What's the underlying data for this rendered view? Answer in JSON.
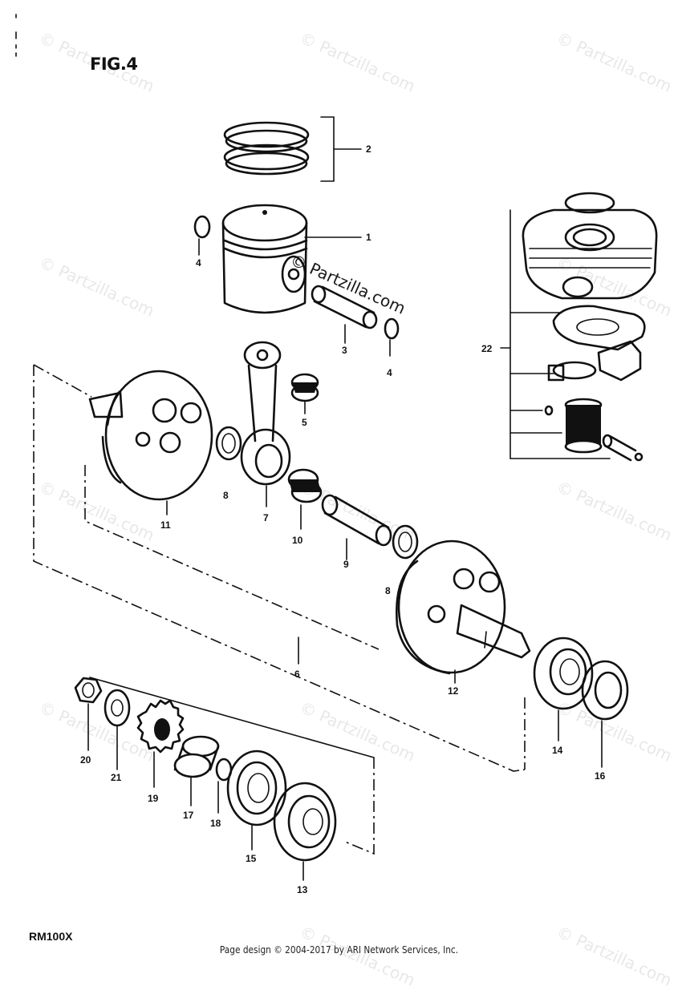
{
  "figure_title": "FIG.4",
  "model_code": "RM100X",
  "copyright": "Page design © 2004-2017 by ARI Network Services, Inc.",
  "watermark_text": "© Partzilla.com",
  "center_logo": "© Partzilla.com",
  "parts": {
    "p1": "1",
    "p2": "2",
    "p3": "3",
    "p4a": "4",
    "p4b": "4",
    "p5": "5",
    "p6": "6",
    "p7": "7",
    "p8a": "8",
    "p8b": "8",
    "p9": "9",
    "p10": "10",
    "p11": "11",
    "p12": "12",
    "p13": "13",
    "p14": "14",
    "p15": "15",
    "p16": "16",
    "p17": "17",
    "p18": "18",
    "p19": "19",
    "p20": "20",
    "p21": "21",
    "p22": "22"
  }
}
